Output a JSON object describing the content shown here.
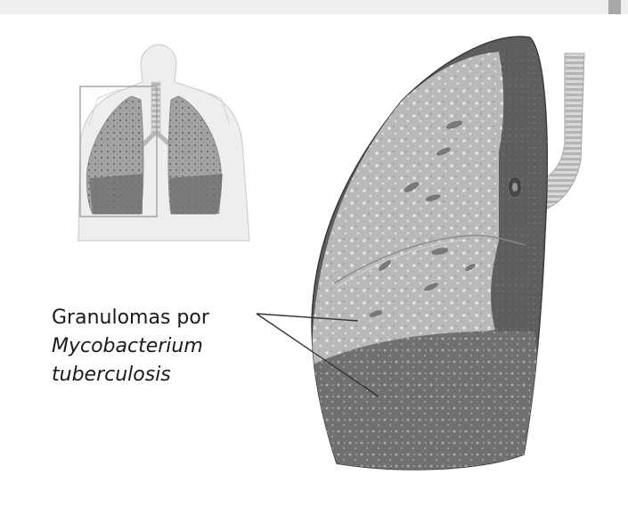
{
  "label": {
    "line1": "Granulomas por",
    "line2": "Mycobacterium",
    "line3": "tuberculosis"
  },
  "colors": {
    "background": "#ffffff",
    "upper_lobe": "#b9b9b9",
    "lower_lobe": "#6e6e6e",
    "bronchus": "#cfcfcf",
    "leader_line": "#333333"
  },
  "icons": [
    "torso-icon",
    "lung-icon",
    "bronchus-icon"
  ]
}
